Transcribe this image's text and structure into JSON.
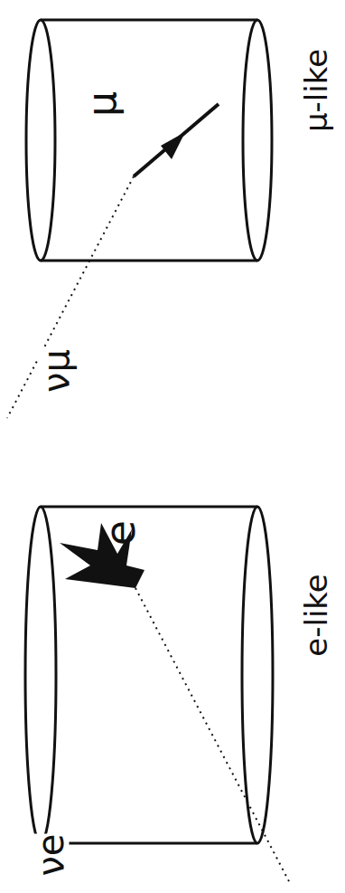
{
  "diagram": {
    "nodes": [
      {
        "text": [
          "μ",
          "μ-like"
        ]
      },
      {
        "text": [
          "e",
          "e-like"
        ]
      }
    ],
    "labels": [
      "νμ",
      "νe"
    ]
  }
}
